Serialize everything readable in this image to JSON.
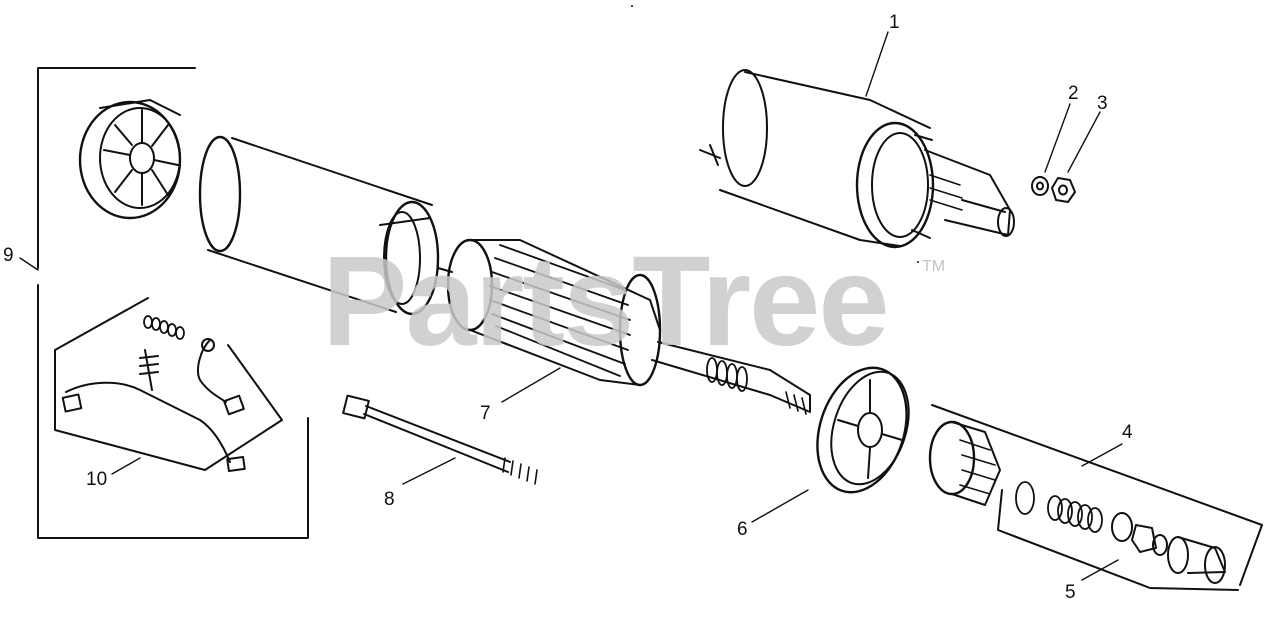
{
  "watermark": {
    "text": "PartsTree",
    "tm": "TM"
  },
  "callouts": [
    {
      "id": "1",
      "label": "1"
    },
    {
      "id": "2",
      "label": "2"
    },
    {
      "id": "3",
      "label": "3"
    },
    {
      "id": "4",
      "label": "4"
    },
    {
      "id": "5",
      "label": "5"
    },
    {
      "id": "6",
      "label": "6"
    },
    {
      "id": "7",
      "label": "7"
    },
    {
      "id": "8",
      "label": "8"
    },
    {
      "id": "9",
      "label": "9"
    },
    {
      "id": "10",
      "label": "10"
    }
  ],
  "colors": {
    "line": "#111111",
    "watermark": "#c9c9c9",
    "background": "#ffffff"
  }
}
